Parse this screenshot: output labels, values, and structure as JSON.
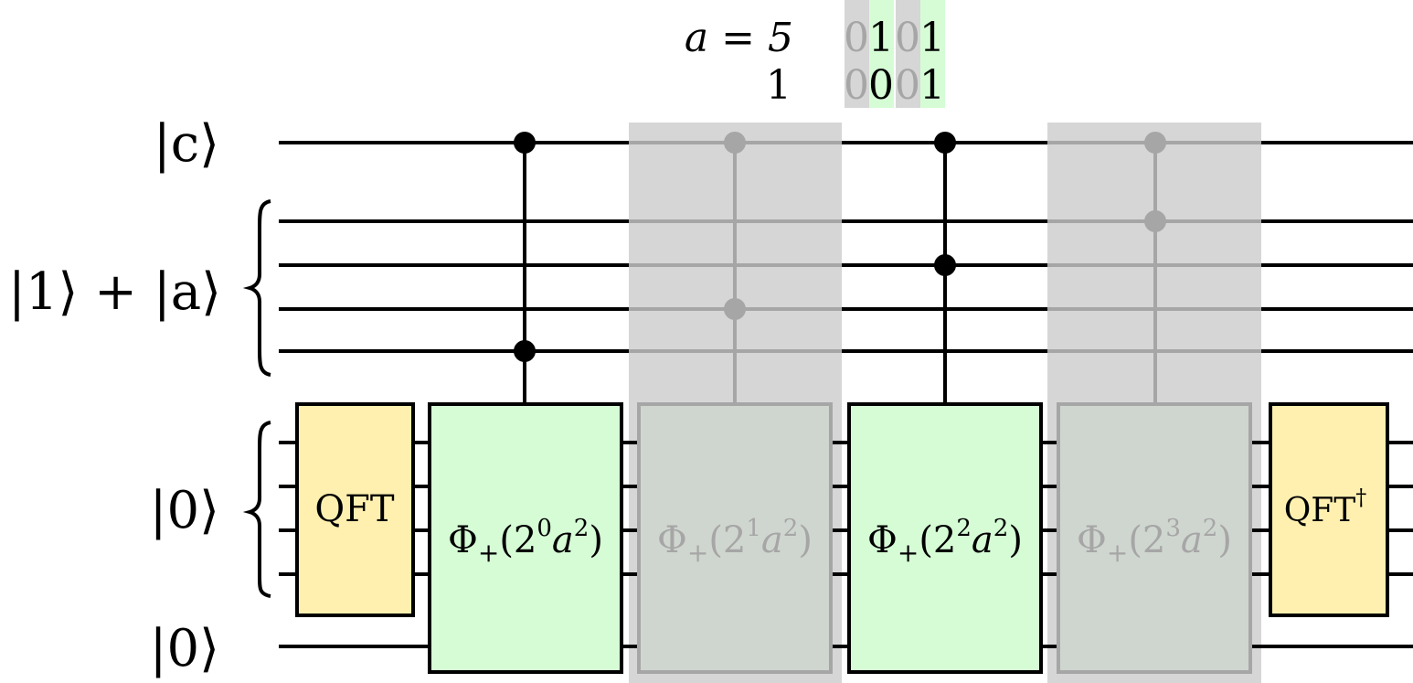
{
  "header": {
    "a_label": "a = 5",
    "one_label": "1",
    "a_bits": [
      "0",
      "1",
      "0",
      "1"
    ],
    "one_bits": [
      "0",
      "0",
      "0",
      "1"
    ]
  },
  "qubit_labels": {
    "control": "|c⟩",
    "target": "|1⟩ + |a⟩",
    "ancilla_register": "|0⟩",
    "ancilla_single": "|0⟩"
  },
  "gates": {
    "qft": "QFT",
    "qft_dagger": "QFT",
    "qft_dagger_mark": "†",
    "phi_0": {
      "base": "Φ",
      "sub": "+",
      "open": "(2",
      "exp": "0",
      "var": "a",
      "var_exp": "2",
      "close": ")"
    },
    "phi_1": {
      "base": "Φ",
      "sub": "+",
      "open": "(2",
      "exp": "1",
      "var": "a",
      "var_exp": "2",
      "close": ")"
    },
    "phi_2": {
      "base": "Φ",
      "sub": "+",
      "open": "(2",
      "exp": "2",
      "var": "a",
      "var_exp": "2",
      "close": ")"
    },
    "phi_3": {
      "base": "Φ",
      "sub": "+",
      "open": "(2",
      "exp": "3",
      "var": "a",
      "var_exp": "2",
      "close": ")"
    }
  },
  "colors": {
    "qft_fill": "#fff0b0",
    "phi_active_fill": "#d6fcd6",
    "phi_gray_fill": "#cfd6cf",
    "shade": "#d6d6d6",
    "bit_highlight": "#d6fcd6",
    "bit_gray_bg": "#d6d6d6",
    "gray_text": "#a6a6a6"
  }
}
